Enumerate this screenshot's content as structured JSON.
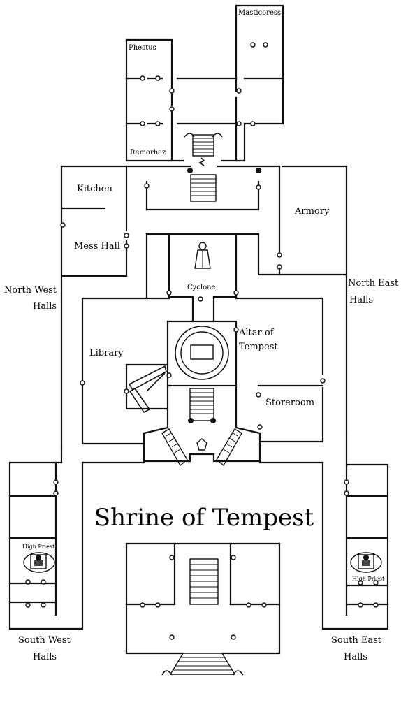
{
  "map": {
    "title": "Shrine of Tempest",
    "rooms": {
      "phestus": "Phestus",
      "masticoress": "Masticoress",
      "remorhaz": "Remorhaz",
      "kitchen": "Kitchen",
      "mess_hall": "Mess Hall",
      "armory": "Armory",
      "cyclone": "Cyclone",
      "altar_line1": "Altar of",
      "altar_line2": "Tempest",
      "library": "Library",
      "storeroom": "Storeroom",
      "nw_line1": "North West",
      "nw_line2": "Halls",
      "ne_line1": "North East",
      "ne_line2": "Halls",
      "sw_line1": "South West",
      "sw_line2": "Halls",
      "se_line1": "South East",
      "se_line2": "Halls",
      "high_priest_west": "High Priest",
      "high_priest_east": "High Priest"
    }
  }
}
